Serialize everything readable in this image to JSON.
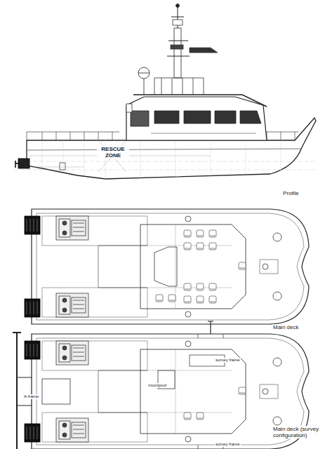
{
  "diagram": {
    "labels": [
      "RESCUE ZONE",
      "Profile",
      "Main deck",
      "Main deck (survey configuration)",
      "A-frame",
      "survey frame",
      "survey frame",
      "moonpool"
    ]
  }
}
